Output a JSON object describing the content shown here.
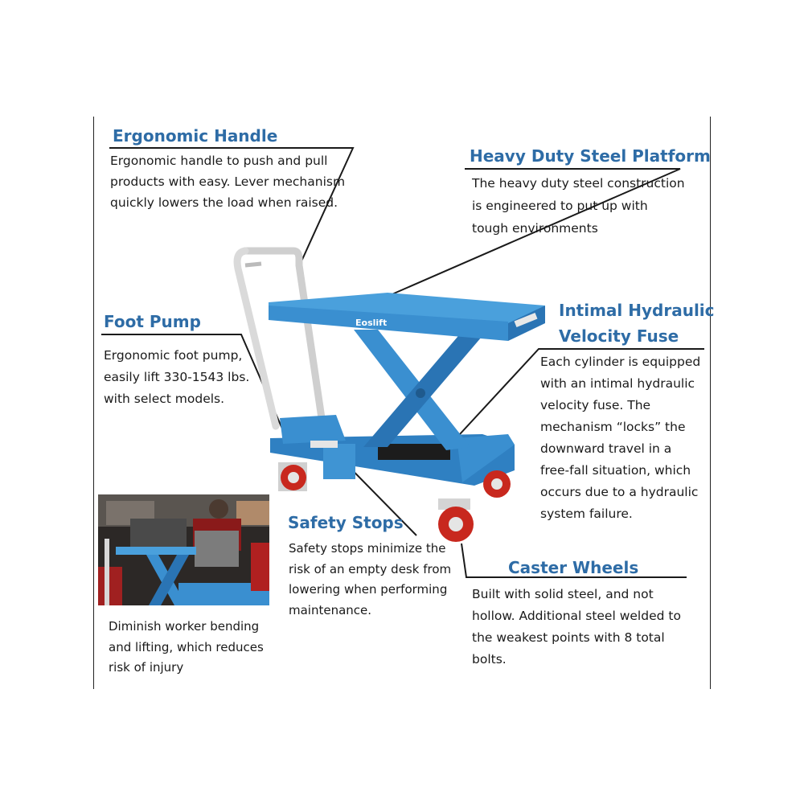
{
  "features": {
    "ergonomic_handle": {
      "title": "Ergonomic Handle",
      "lines": [
        "Ergonomic handle to push and pull",
        "products with easy. Lever mechanism",
        "quickly lowers the load when raised."
      ]
    },
    "heavy_duty_platform": {
      "title": "Heavy Duty Steel Platform",
      "lines": [
        "The heavy duty steel construction",
        "is engineered to put up with",
        "tough environments"
      ]
    },
    "foot_pump": {
      "title": "Foot Pump",
      "lines": [
        "Ergonomic foot pump,",
        "easily lift 330-1543 lbs.",
        "with select models."
      ]
    },
    "velocity_fuse": {
      "title_line1": "Intimal Hydraulic",
      "title_line2": "Velocity Fuse",
      "lines": [
        "Each cylinder is equipped",
        "with an intimal hydraulic",
        "velocity fuse. The",
        "mechanism “locks” the",
        "downward travel in a",
        "free-fall situation, which",
        "occurs due to a hydraulic",
        "system failure."
      ]
    },
    "safety_stops": {
      "title": "Safety Stops",
      "lines": [
        "Safety stops minimize the",
        "risk of an empty desk from",
        "lowering when  performing",
        "maintenance."
      ]
    },
    "caster_wheels": {
      "title": "Caster Wheels",
      "lines": [
        "Built with solid steel, and not",
        "hollow. Additional steel welded to",
        "the weakest points with 8 total",
        "bolts."
      ]
    },
    "worker": {
      "lines": [
        "Diminish worker bending",
        "and lifting, which reduces",
        "risk of injury"
      ]
    }
  },
  "product": {
    "brand_label": "Eoslift"
  },
  "colors": {
    "heading": "#2e6ca6",
    "platform_blue": "#3a8fd0",
    "platform_dark": "#2a74b4",
    "wheel_red": "#c8281e",
    "handle_gray": "#dcdcdc"
  }
}
